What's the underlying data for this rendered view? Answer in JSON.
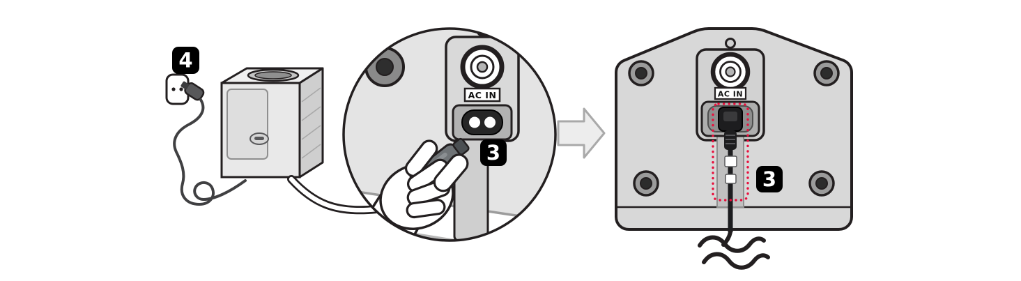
{
  "figure": {
    "steps": {
      "step4": "4",
      "step3": "3"
    },
    "labels": {
      "ac_in": "AC IN"
    },
    "colors": {
      "outline": "#231f20",
      "badge_bg": "#000000",
      "badge_text": "#ffffff",
      "highlight_red": "#e8103d",
      "panel_gray": "#d8d8d8",
      "arrow_gray": "#ededed"
    },
    "icons": {
      "wall_outlet": "wall-outlet-icon",
      "power_plug": "power-plug-icon",
      "speaker": "speaker-icon",
      "zoom_circle": "zoom-circle",
      "hand": "hand-icon",
      "ac_socket": "ac-socket-icon",
      "screw": "screw-icon",
      "transition_arrow": "transition-arrow-icon",
      "cable_slack": "cable-slack-icon"
    }
  }
}
